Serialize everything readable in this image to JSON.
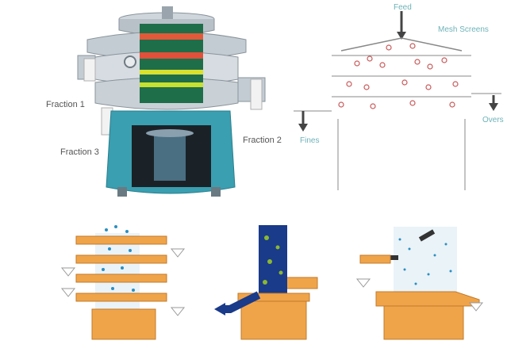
{
  "machine": {
    "fraction_1_label": "Fraction 1",
    "fraction_2_label": "Fraction 2",
    "fraction_3_label": "Fraction 3"
  },
  "flow": {
    "feed_label": "Feed",
    "mesh_screens_label": "Mesh Screens",
    "overs_label": "Overs",
    "fines_label": "Fines"
  },
  "colors": {
    "machine_teal": "#3a9fb0",
    "orange": "#f0a44a",
    "navy": "#1a3a8a",
    "particle_pink": "#c85a5a",
    "particle_blue": "#2a8fc0",
    "particle_green": "#8ab830"
  }
}
